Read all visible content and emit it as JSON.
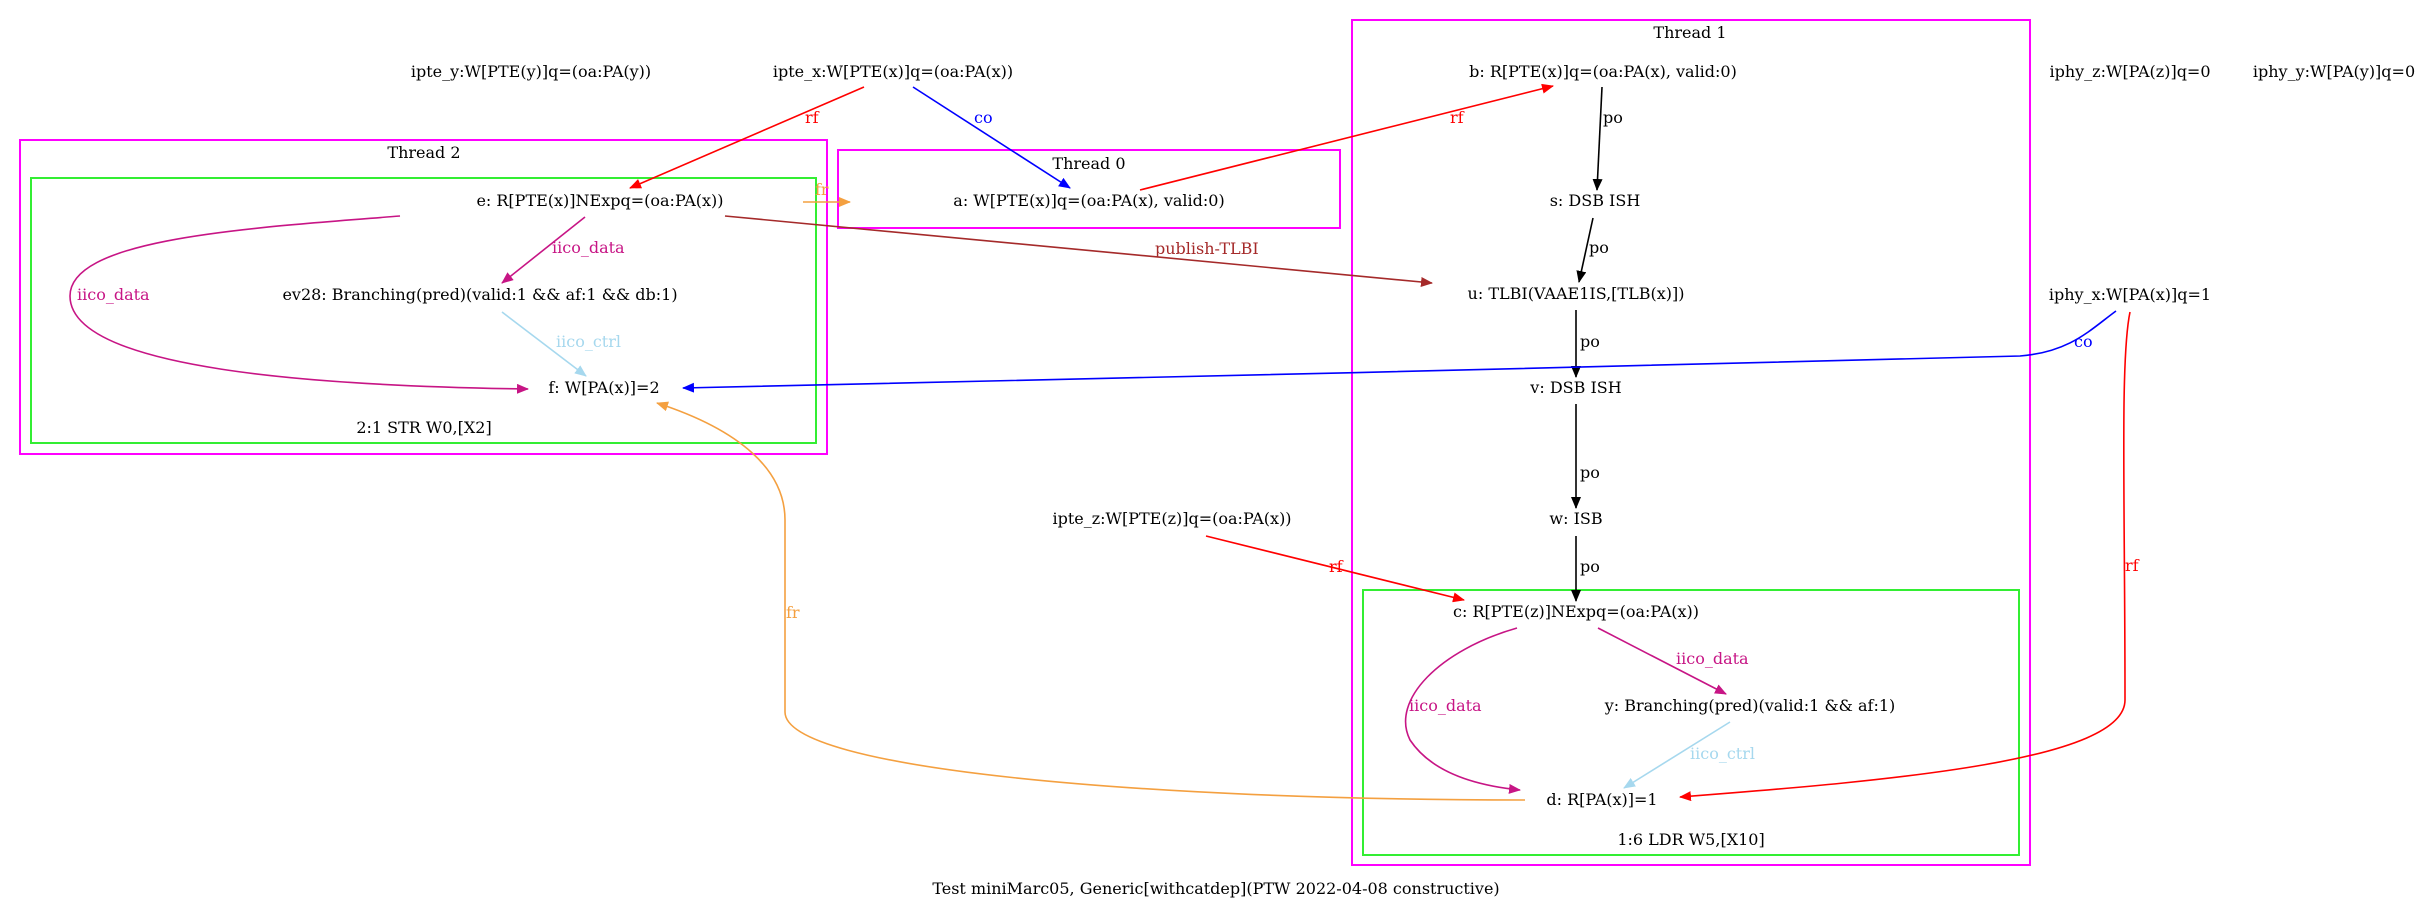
{
  "caption": "Test miniMarc05, Generic[withcatdep](PTW 2022-04-08 constructive)",
  "colors": {
    "thread_box": "#ff00ff",
    "instr_box": "#33ee33",
    "po": "#000000",
    "rf": "#ff0000",
    "co": "#0000ff",
    "iico_data": "#c71585",
    "iico_ctrl": "#a6d8ee",
    "fr": "#f4a040",
    "publish": "#a52a2a"
  },
  "clusters": {
    "thread0": "Thread 0",
    "thread1": "Thread 1",
    "thread2": "Thread 2",
    "instr_ldr": "1:6 LDR W5,[X10]",
    "instr_str": "2:1 STR W0,[X2]"
  },
  "nodes": {
    "ipte_y": "ipte_y:W[PTE(y)]q=(oa:PA(y))",
    "ipte_x": "ipte_x:W[PTE(x)]q=(oa:PA(x))",
    "ipte_z": "ipte_z:W[PTE(z)]q=(oa:PA(x))",
    "iphy_z": "iphy_z:W[PA(z)]q=0",
    "iphy_y": "iphy_y:W[PA(y)]q=0",
    "iphy_x": "iphy_x:W[PA(x)]q=1",
    "a": "a: W[PTE(x)]q=(oa:PA(x), valid:0)",
    "b": "b: R[PTE(x)]q=(oa:PA(x), valid:0)",
    "s": "s: DSB ISH",
    "u": "u: TLBI(VAAE1IS,[TLB(x)])",
    "v": "v: DSB ISH",
    "w": "w: ISB",
    "c": "c: R[PTE(z)]NExpq=(oa:PA(x))",
    "y": "y: Branching(pred)(valid:1 && af:1)",
    "d": "d: R[PA(x)]=1",
    "e": "e: R[PTE(x)]NExpq=(oa:PA(x))",
    "ev28": "ev28: Branching(pred)(valid:1 && af:1 && db:1)",
    "f": "f: W[PA(x)]=2"
  },
  "edge_labels": {
    "rf": "rf",
    "co": "co",
    "po": "po",
    "fr": "fr",
    "iico_data": "iico_data",
    "iico_ctrl": "iico_ctrl",
    "publish": "publish-TLBI"
  }
}
